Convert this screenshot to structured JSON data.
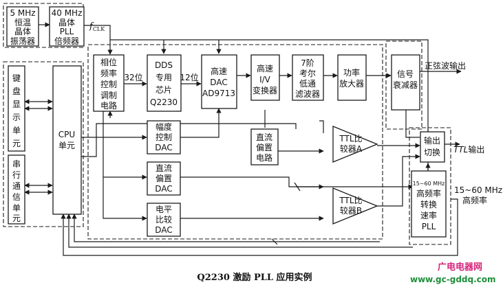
{
  "diagram": {
    "blocks": {
      "osc5": [
        "5 MHz",
        "恒温",
        "晶体",
        "振荡器"
      ],
      "pll40": [
        "40 MHz",
        "晶体",
        "PLL",
        "倍频器"
      ],
      "keyboard": [
        "键",
        "盘",
        "显",
        "示",
        "单",
        "元"
      ],
      "serial": [
        "串",
        "行",
        "通",
        "信",
        "单",
        "元"
      ],
      "cpu": [
        "CPU",
        "单元"
      ],
      "phase": [
        "相位",
        "频率",
        "控制",
        "调制",
        "电路"
      ],
      "dds": [
        "DDS",
        "专用",
        "芯片",
        "Q2230"
      ],
      "dac": [
        "高速",
        "DAC",
        "AD9713"
      ],
      "iv": [
        "高速",
        "I/V",
        "变换器"
      ],
      "filter": [
        "7阶",
        "考尔",
        "低通",
        "滤波器"
      ],
      "amp": [
        "功率",
        "放大器"
      ],
      "atten": [
        "信号",
        "衰减器"
      ],
      "amp_dac": [
        "幅度",
        "控制",
        "DAC"
      ],
      "dc_dac": [
        "直流",
        "偏置",
        "DAC"
      ],
      "lvl_dac": [
        "电平",
        "比较",
        "DAC"
      ],
      "dc_bias": [
        "直流",
        "偏置",
        "电路"
      ],
      "cmp_a": [
        "TTL比",
        "较器A"
      ],
      "cmp_b": [
        "TTL比",
        "较器B"
      ],
      "out_sw": [
        "输出",
        "切换"
      ],
      "pll_hf_freq": "15~60 MHz",
      "pll_hf": [
        "高频率",
        "转换",
        "速率",
        "PLL"
      ]
    },
    "labels": {
      "fclk_main": "f",
      "fclk_sub": "CLK",
      "bus32": "32位",
      "bus12": "12位",
      "sine_out": "正弦波输出",
      "ttl_out_prefix": "TTL",
      "ttl_out_suffix": "输出",
      "hf_out": [
        "15~60 MHz",
        "高频率"
      ]
    },
    "caption": "Q2230 激励 PLL 应用实例",
    "watermark": {
      "name": "广电电器网",
      "url": "www.gc-gddq.com"
    }
  }
}
